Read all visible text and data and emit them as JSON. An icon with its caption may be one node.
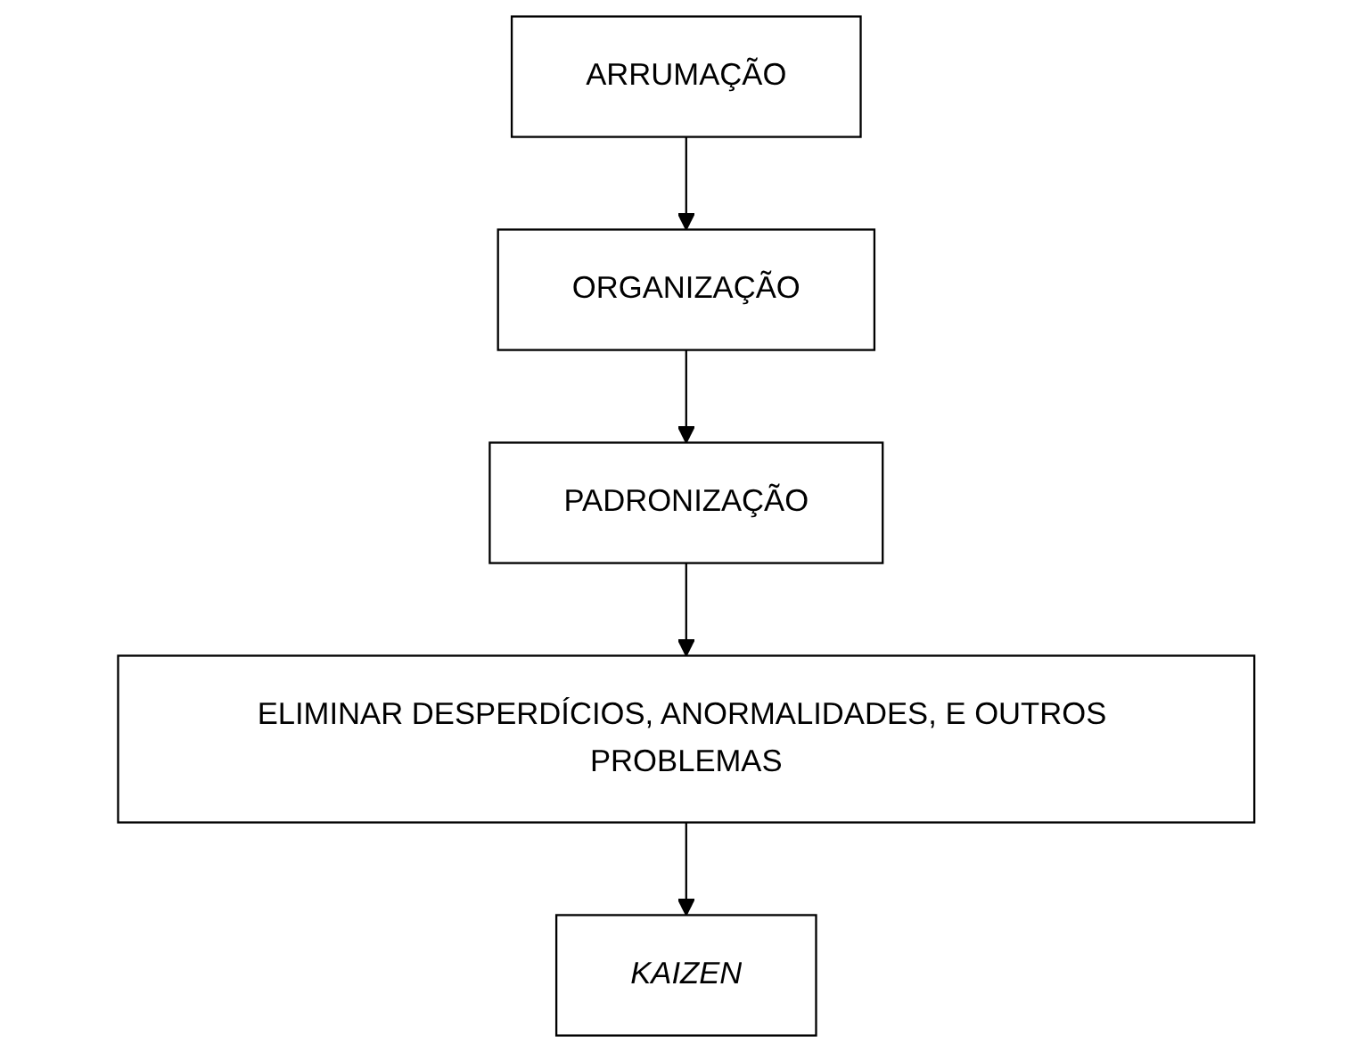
{
  "diagram": {
    "nodes": [
      {
        "text": [
          "ARRUMAÇÃO"
        ]
      },
      {
        "text": [
          "ORGANIZAÇÃO"
        ]
      },
      {
        "text": [
          "PADRONIZAÇÃO"
        ]
      },
      {
        "text": [
          "ELIMINAR DESPERDÍCIOS, ANORMALIDADES, E OUTROS PROBLEMAS"
        ]
      },
      {
        "text": [
          "KAIZEN"
        ]
      }
    ],
    "edges": [
      {
        "from": 0,
        "to": 1,
        "arrow": "to"
      },
      {
        "from": 1,
        "to": 2,
        "arrow": "to"
      },
      {
        "from": 2,
        "to": 3,
        "arrow": "to"
      },
      {
        "from": 3,
        "to": 4,
        "arrow": "to"
      }
    ]
  }
}
